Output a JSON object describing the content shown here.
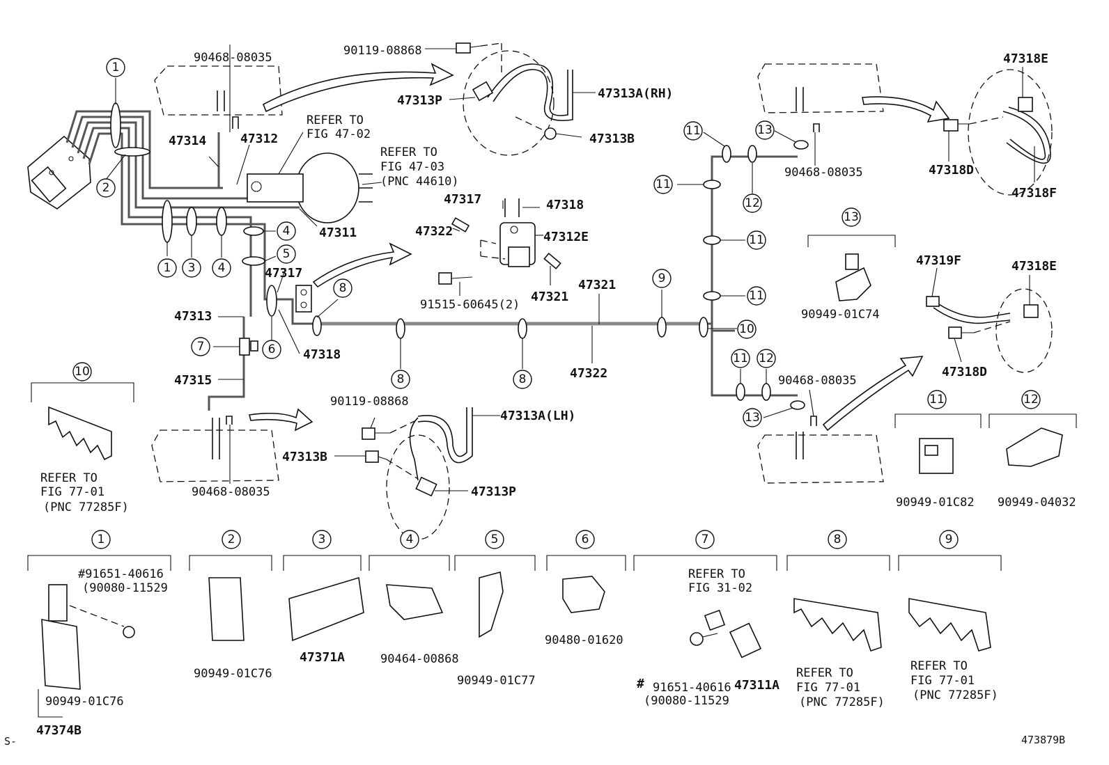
{
  "labels": {
    "p90468_top": "90468-08035",
    "p90119_top": "90119-08868",
    "p47313P_top": "47313P",
    "p47313A_rh": "47313A(RH)",
    "p47313B_top": "47313B",
    "p47314": "47314",
    "p47312": "47312",
    "refer_4702_a": "REFER TO",
    "refer_4702_b": "FIG 47-02",
    "refer_4703_a": "REFER TO",
    "refer_4703_b": "FIG 47-03",
    "refer_4703_c": "(PNC 44610)",
    "p47311": "47311",
    "p47317_top": "47317",
    "p47318_top": "47318",
    "p47322_top": "47322",
    "p47312E": "47312E",
    "p91515": "91515-60645(2)",
    "p47321_a": "47321",
    "p47321_b": "47321",
    "p47317_mid": "47317",
    "p47313_left": "47313",
    "p47318_mid": "47318",
    "p47315": "47315",
    "p47322_mid": "47322",
    "p90119_bot": "90119-08868",
    "p47313A_lh": "47313A(LH)",
    "p47313B_bot": "47313B",
    "p47313P_bot": "47313P",
    "p90468_bot": "90468-08035",
    "p90468_rtop": "90468-08035",
    "p90468_rbot": "90468-08035",
    "p47318E_top": "47318E",
    "p47318D_top": "47318D",
    "p47318F": "47318F",
    "p47319F": "47319F",
    "p47318E_bot": "47318E",
    "p47318D_bot": "47318D",
    "p90949_01C74": "90949-01C74",
    "p90949_01C82": "90949-01C82",
    "p90949_04032": "90949-04032",
    "ref77_10_a": "REFER TO",
    "ref77_10_b": "FIG 77-01",
    "ref77_10_c": "(PNC 77285F)",
    "k1_a": "#91651-40616",
    "k1_b": "(90080-11529",
    "k1_c": "90949-01C76",
    "k1_d": "47374B",
    "k2": "90949-01C76",
    "k3": "47371A",
    "k4": "90464-00868",
    "k5": "90949-01C77",
    "k6": "90480-01620",
    "k7_ref_a": "REFER TO",
    "k7_ref_b": "FIG 31-02",
    "k7_hash": "#",
    "k7_a": "91651-40616",
    "k7_b": "(90080-11529",
    "k7_c": "47311A",
    "k8_a": "REFER TO",
    "k8_b": "FIG 77-01",
    "k8_c": "(PNC 77285F)",
    "k9_a": "REFER TO",
    "k9_b": "FIG 77-01",
    "k9_c": "(PNC 77285F)",
    "corner_left": "S-",
    "corner_right": "473879B"
  },
  "callouts": [
    "1",
    "2",
    "3",
    "4",
    "5",
    "6",
    "7",
    "8",
    "9",
    "10",
    "11",
    "12",
    "13"
  ]
}
